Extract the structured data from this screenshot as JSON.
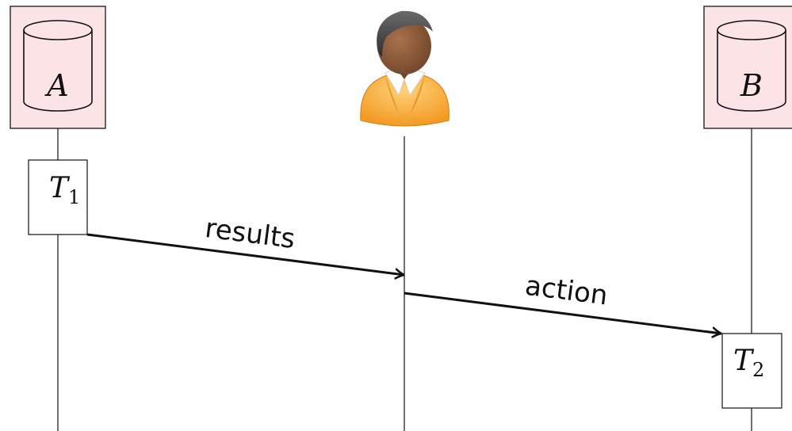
{
  "participants": [
    {
      "id": "db-a",
      "kind": "database",
      "label": "A",
      "fill": "#fbe3e6"
    },
    {
      "id": "user",
      "kind": "person",
      "label": ""
    },
    {
      "id": "db-b",
      "kind": "database",
      "label": "B",
      "fill": "#fbe3e6"
    }
  ],
  "activations": [
    {
      "id": "t1",
      "on": "db-a",
      "label": "T",
      "sub": "1"
    },
    {
      "id": "t2",
      "on": "db-b",
      "label": "T",
      "sub": "2"
    }
  ],
  "messages": [
    {
      "id": "msg-results",
      "from": "db-a",
      "to": "user",
      "label": "results"
    },
    {
      "id": "msg-action",
      "from": "user",
      "to": "db-b",
      "label": "action"
    }
  ],
  "colors": {
    "line": "#111111",
    "db_box": "#fbe3e6",
    "person_body": "#f4a93b",
    "person_skin": "#8a5a3b",
    "person_hair": "#4a4a4a",
    "person_collar": "#ffffff"
  }
}
